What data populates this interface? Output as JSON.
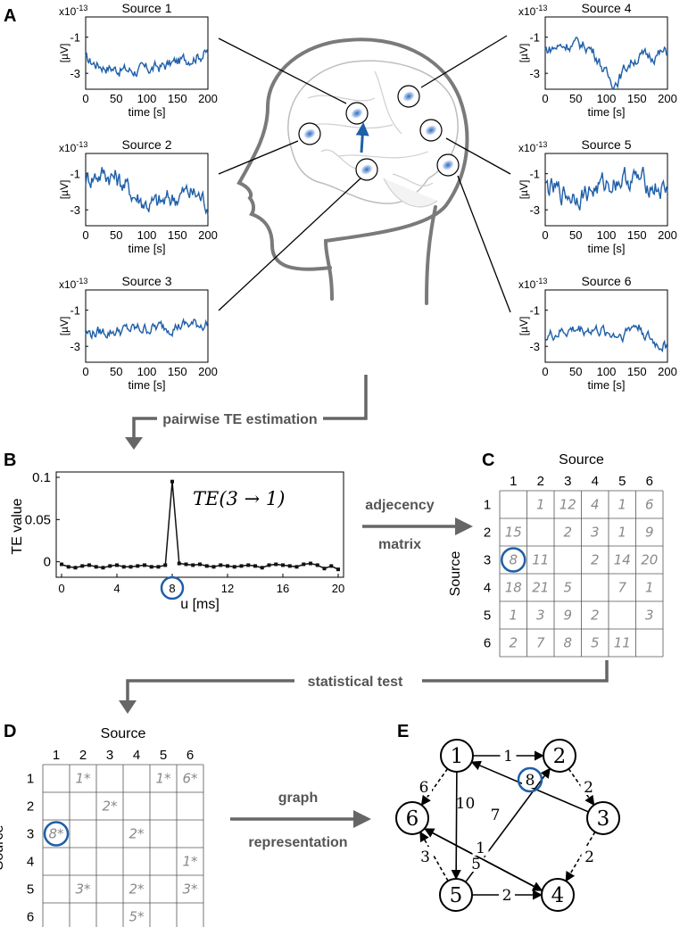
{
  "panel_letters": {
    "a": "A",
    "b": "B",
    "c": "C",
    "d": "D",
    "e": "E"
  },
  "source_plots": {
    "exponent": "x10",
    "exponent_power": "-13",
    "ylabel": "[µV]",
    "xlabel": "time [s]",
    "xticks": [
      "0",
      "50",
      "100",
      "150",
      "200"
    ],
    "yticks": [
      "-1",
      "-3"
    ],
    "titles": [
      "Source 1",
      "Source 2",
      "Source 3",
      "Source 4",
      "Source 5",
      "Source 6"
    ]
  },
  "flow_labels": {
    "pairwise": "pairwise TE estimation",
    "adjacency_1": "adjecency",
    "adjacency_2": "matrix",
    "statistical": "statistical test",
    "graph_1": "graph",
    "graph_2": "representation"
  },
  "panel_b": {
    "ylabel": "TE value",
    "xlabel": "u [ms]",
    "formula": "TE(3 → 1)",
    "yticks": [
      "0.1",
      "0.05",
      "0"
    ],
    "xticks": [
      "0",
      "4",
      "8",
      "12",
      "16",
      "20"
    ],
    "highlight_tick": "8"
  },
  "chart_data": {
    "type": "line",
    "title": "",
    "xlabel": "u [ms]",
    "ylabel": "TE value",
    "xlim": [
      0,
      20
    ],
    "ylim": [
      -0.012,
      0.1
    ],
    "x": [
      0,
      0.5,
      1,
      1.5,
      2,
      2.5,
      3,
      3.5,
      4,
      4.5,
      5,
      5.5,
      6,
      6.5,
      7,
      7.5,
      8,
      8.5,
      9,
      9.5,
      10,
      10.5,
      11,
      11.5,
      12,
      12.5,
      13,
      13.5,
      14,
      14.5,
      15,
      15.5,
      16,
      16.5,
      17,
      17.5,
      18,
      18.5,
      19,
      19.5,
      20
    ],
    "y": [
      -0.003,
      -0.006,
      -0.007,
      -0.005,
      -0.004,
      -0.006,
      -0.007,
      -0.005,
      -0.004,
      -0.006,
      -0.006,
      -0.005,
      -0.004,
      -0.006,
      -0.006,
      -0.004,
      0.095,
      -0.002,
      -0.003,
      -0.004,
      -0.003,
      -0.005,
      -0.006,
      -0.004,
      -0.005,
      -0.006,
      -0.005,
      -0.004,
      -0.005,
      -0.007,
      -0.004,
      -0.003,
      -0.004,
      -0.005,
      -0.006,
      -0.003,
      -0.002,
      -0.004,
      -0.008,
      -0.005,
      -0.009
    ]
  },
  "matrix_c": {
    "header": "Source",
    "side": "Source",
    "col_labels": [
      "1",
      "2",
      "3",
      "4",
      "5",
      "6"
    ],
    "row_labels": [
      "1",
      "2",
      "3",
      "4",
      "5",
      "6"
    ],
    "cells": [
      [
        "",
        "1",
        "12",
        "4",
        "1",
        "6"
      ],
      [
        "15",
        "",
        "2",
        "3",
        "1",
        "9"
      ],
      [
        "8",
        "11",
        "",
        "2",
        "14",
        "20"
      ],
      [
        "18",
        "21",
        "5",
        "",
        "7",
        "1"
      ],
      [
        "1",
        "3",
        "9",
        "2",
        "",
        "3"
      ],
      [
        "2",
        "7",
        "8",
        "5",
        "11",
        ""
      ]
    ]
  },
  "matrix_d": {
    "header": "Source",
    "side": "Source",
    "col_labels": [
      "1",
      "2",
      "3",
      "4",
      "5",
      "6"
    ],
    "row_labels": [
      "1",
      "2",
      "3",
      "4",
      "5",
      "6"
    ],
    "cells": [
      [
        "",
        "1*",
        "",
        "",
        "1*",
        "6*"
      ],
      [
        "",
        "",
        "2*",
        "",
        "",
        ""
      ],
      [
        "8*",
        "",
        "",
        "2*",
        "",
        ""
      ],
      [
        "",
        "",
        "",
        "",
        "",
        "1*"
      ],
      [
        "",
        "3*",
        "",
        "2*",
        "",
        "3*"
      ],
      [
        "",
        "",
        "",
        "5*",
        "",
        ""
      ]
    ]
  },
  "graph_e": {
    "nodes": [
      "1",
      "2",
      "3",
      "4",
      "5",
      "6"
    ],
    "edges": [
      {
        "from": "1",
        "to": "2",
        "label": "1"
      },
      {
        "from": "2",
        "to": "3",
        "label": "2"
      },
      {
        "from": "3",
        "to": "1",
        "label": "8"
      },
      {
        "from": "3",
        "to": "4",
        "label": "2"
      },
      {
        "from": "5",
        "to": "4",
        "label": "2"
      },
      {
        "from": "1",
        "to": "5",
        "label": "10"
      },
      {
        "from": "5",
        "to": "2",
        "label": "7"
      },
      {
        "from": "1",
        "to": "6",
        "label": "6"
      },
      {
        "from": "5",
        "to": "6",
        "label": "3"
      },
      {
        "from": "6",
        "to": "4",
        "label": "5"
      },
      {
        "from": "4",
        "to": "6",
        "label": "1"
      }
    ]
  },
  "colors": {
    "trace": "#1f5fa8",
    "highlight": "#1f5fa8",
    "head": "#7a7a7a",
    "arrow": "#666666",
    "cell_text": "#8a8a8a"
  }
}
